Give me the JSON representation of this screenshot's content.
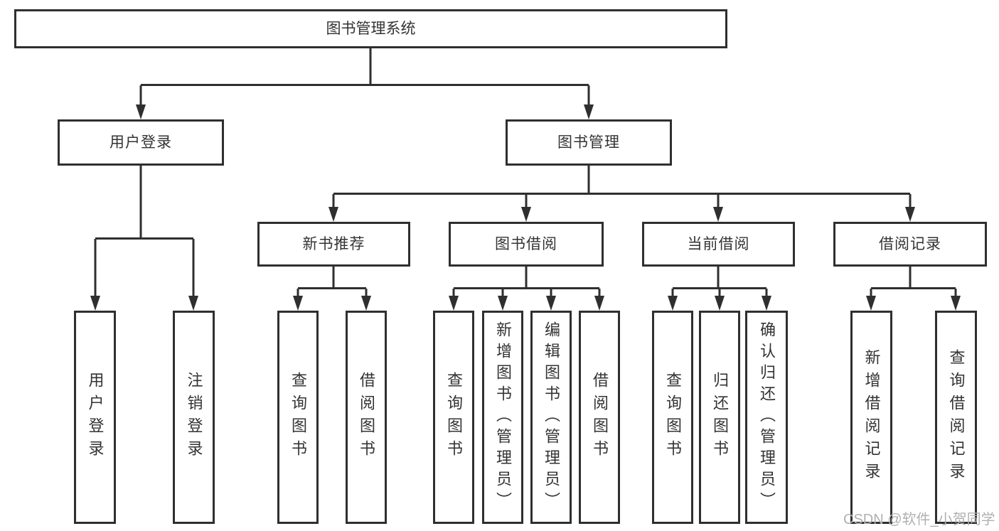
{
  "diagram": {
    "root": {
      "label": "图书管理系统"
    },
    "branches": [
      {
        "label": "用户登录",
        "children": [
          {
            "label": "用户登录"
          },
          {
            "label": "注销登录"
          }
        ]
      },
      {
        "label": "图书管理",
        "groups": [
          {
            "label": "新书推荐",
            "children": [
              {
                "label": "查询图书"
              },
              {
                "label": "借阅图书"
              }
            ]
          },
          {
            "label": "图书借阅",
            "children": [
              {
                "label": "查询图书"
              },
              {
                "label": "新增图书（管理员）"
              },
              {
                "label": "编辑图书（管理员）"
              },
              {
                "label": "借阅图书"
              }
            ]
          },
          {
            "label": "当前借阅",
            "children": [
              {
                "label": "查询图书"
              },
              {
                "label": "归还图书"
              },
              {
                "label": "确认归还（管理员）"
              }
            ]
          },
          {
            "label": "借阅记录",
            "children": [
              {
                "label": "新增借阅记录"
              },
              {
                "label": "查询借阅记录"
              }
            ]
          }
        ]
      }
    ],
    "watermark": "CSDN @软件_小贺同学",
    "colors": {
      "line": "#2f2f2f",
      "text": "#333333",
      "watermark": "#b0b0b0",
      "background": "#ffffff"
    }
  }
}
